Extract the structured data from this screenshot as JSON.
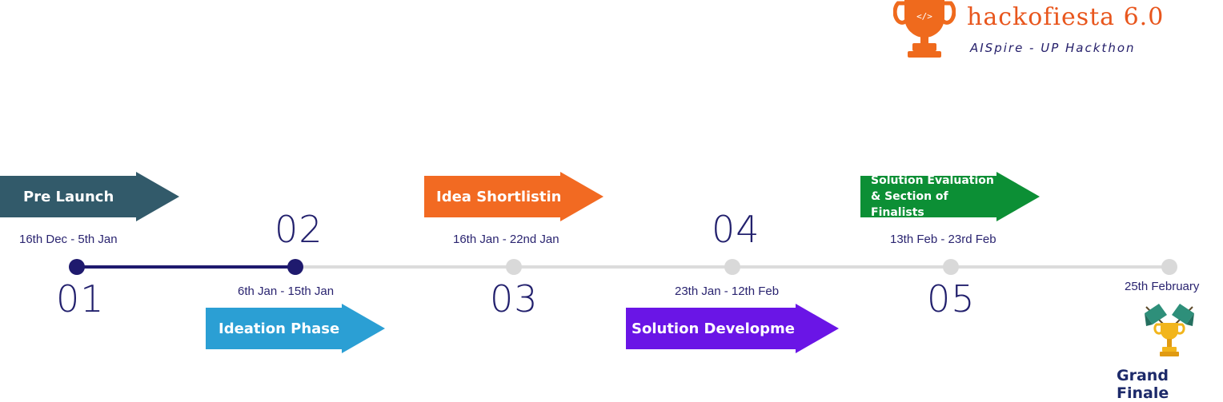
{
  "brand": {
    "title": "hackofiesta 6.0",
    "subtitle": "AISpire - UP Hackthon",
    "trophy_color": "#ef6a1d"
  },
  "stages": [
    {
      "num": "01",
      "label": "Pre Launch",
      "date": "16th Dec - 5th Jan",
      "color": "#325a6a"
    },
    {
      "num": "02",
      "label": "Ideation Phase",
      "date": "6th Jan -  15th Jan",
      "color": "#2b9fd4"
    },
    {
      "num": "03",
      "label": "Idea Shortlisting",
      "date": "16th Jan - 22nd Jan",
      "color": "#f26a22"
    },
    {
      "num": "04",
      "label": "Solution Development",
      "date": "23th Jan - 12th Feb",
      "color": "#6a15e6"
    },
    {
      "num": "05",
      "label_line1": "Solution Evaluation",
      "label_line2": "& Section of Finalists",
      "date": "13th Feb - 23rd Feb",
      "color": "#0c8f35"
    }
  ],
  "finale": {
    "date": "25th February",
    "label": "Grand Finale"
  },
  "colors": {
    "active_line": "#1f1a6e",
    "inactive_line": "#dcdcdc",
    "active_dot": "#1f1a6e",
    "inactive_dot": "#d9d9d9"
  }
}
